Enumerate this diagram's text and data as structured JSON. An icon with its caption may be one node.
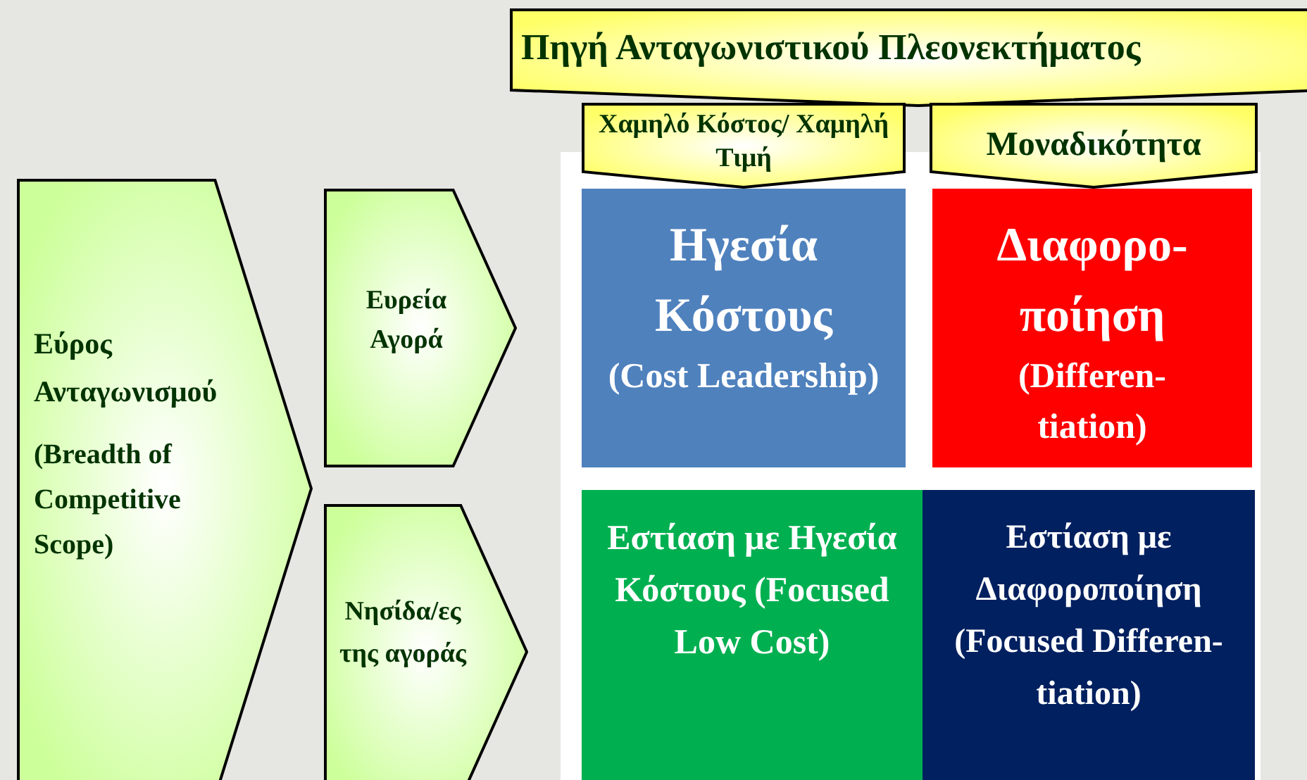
{
  "diagram": {
    "nodes": [
      {
        "text": [
          "Πηγή Ανταγωνιστικού Πλεονεκτήματος"
        ]
      },
      {
        "text": [
          "Χαμηλό Κόστος/ Χαμηλή Τιμή"
        ]
      },
      {
        "text": [
          "Μοναδικότητα"
        ]
      },
      {
        "text": [
          "Εύρος Ανταγωνισμού",
          "(Breadth of Competitive Scope)"
        ]
      },
      {
        "text": [
          "Ευρεία Αγορά"
        ]
      },
      {
        "text": [
          "Νησίδα/ες της αγοράς"
        ]
      },
      {
        "text": [
          "Ηγεσία Κόστους",
          "(Cost Leadership)"
        ]
      },
      {
        "text": [
          "Διαφορο- ποίηση",
          "(Differen- tiation)"
        ]
      },
      {
        "text": [
          "Εστίαση με Ηγεσία Κόστους (Focused Low Cost)"
        ]
      },
      {
        "text": [
          "Εστίαση με Διαφοροποίηση (Focused Differen- tiation)"
        ]
      }
    ]
  }
}
